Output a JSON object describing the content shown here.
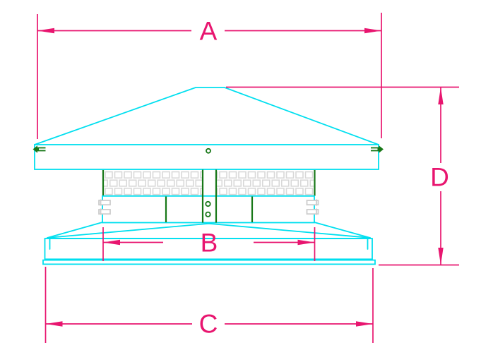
{
  "drawing": {
    "type": "technical-elevation",
    "subject": "roof-vent-cap-side-elevation-with-dimensions",
    "background": "#ffffff",
    "colors": {
      "outline": "#00dfef",
      "dimension": "#e8156f",
      "hardware": "#187818",
      "mesh": "#d8d8d8"
    },
    "dimension_labels": {
      "a": "A",
      "b": "B",
      "c": "C",
      "d": "D"
    }
  }
}
